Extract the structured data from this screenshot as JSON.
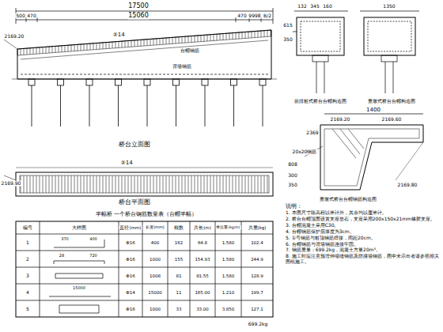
{
  "diagram": {
    "labels": [
      "17500",
      "500",
      "470",
      "15060",
      "470",
      "9998",
      "B/2",
      "2169.20",
      "②14",
      "台帽钢筋",
      "背墙钢筋",
      "桥台立面图",
      "②14",
      "2169.90",
      "桥台平面图",
      "半幅桥 一个桥台钢筋数量表（台帽半幅）",
      "编号",
      "大样图",
      "直径(mm)",
      "长度(mm)",
      "根数",
      "共长(m)",
      "单位重(kg/m)",
      "共重(kg)",
      "1",
      "370",
      "400",
      "Φ16",
      "400",
      "162",
      "64.8",
      "1.580",
      "102.4",
      "2",
      "28",
      "720",
      "Φ16",
      "1000",
      "155",
      "154.93",
      "1.580",
      "244.9",
      "3",
      "Φ16",
      "1008",
      "81",
      "81.55",
      "1.580",
      "128.9",
      "4",
      "15000",
      "Φ14",
      "15000",
      "11",
      "165.00",
      "1.210",
      "199.7",
      "5",
      "Φ16",
      "1000",
      "33",
      "33.00",
      "3.850",
      "127.1",
      "699.2kg",
      "132",
      "345",
      "160",
      "1350",
      "615",
      "350",
      "前排桩式桥台台帽构造图",
      "重墩式桥台台帽构造图",
      "1400",
      "2169.20",
      "2169.60",
      "2369",
      "20x20钢筋",
      "808",
      "300",
      "350",
      "2169.80",
      "重墩式桥台台帽钢筋构造图",
      "说明：",
      "1. 本图尺寸除高程以米计外，其余均以厘米计。",
      "2. 桥台台帽顶面设置支座垫石，支座采用200x150x21mm橡胶支座。",
      "3. 台帽混凝土采用C30。",
      "4. 台帽钢筋保护层厚度为3cm。",
      "5. ①号钢筋与桩顶钢筋焊接，间距20cm。",
      "6. 台帽钢筋与背墙钢筋连接牢固。",
      "7. 钢筋重量：699.2kg，混凝土方量20m³。",
      "8. 施工时应注意预埋伸缩缝钢筋及防撞墙钢筋，图中未示出者请参照相关图纸施工。"
    ]
  }
}
